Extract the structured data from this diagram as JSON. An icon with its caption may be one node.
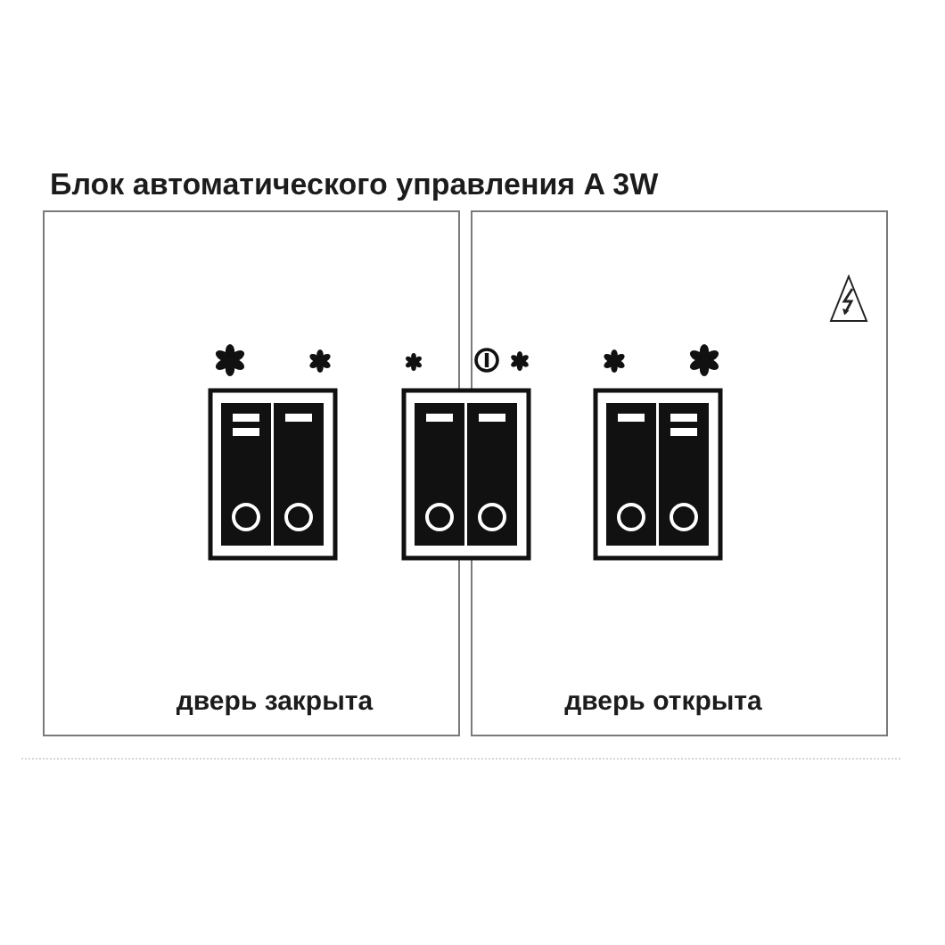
{
  "diagram": {
    "title": "Блок автоматического управления A 3W",
    "nodes": [
      {
        "text": [
          "дверь закрыта"
        ]
      },
      {
        "text": [
          "дверь открыта"
        ]
      }
    ]
  }
}
